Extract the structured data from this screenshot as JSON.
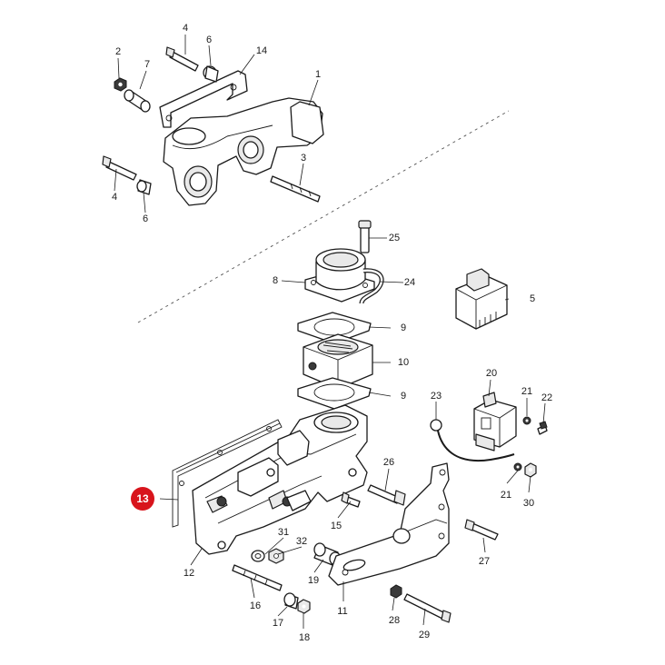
{
  "highlight_color": "#d8141c",
  "callouts": [
    {
      "id": "1",
      "highlighted": false
    },
    {
      "id": "2",
      "highlighted": false
    },
    {
      "id": "3",
      "highlighted": false
    },
    {
      "id": "4a",
      "label": "4",
      "highlighted": false
    },
    {
      "id": "4b",
      "label": "4",
      "highlighted": false
    },
    {
      "id": "5",
      "highlighted": false
    },
    {
      "id": "6a",
      "label": "6",
      "highlighted": false
    },
    {
      "id": "6b",
      "label": "6",
      "highlighted": false
    },
    {
      "id": "7",
      "highlighted": false
    },
    {
      "id": "8",
      "highlighted": false
    },
    {
      "id": "9a",
      "label": "9",
      "highlighted": false
    },
    {
      "id": "9b",
      "label": "9",
      "highlighted": false
    },
    {
      "id": "10",
      "highlighted": false
    },
    {
      "id": "11",
      "highlighted": false
    },
    {
      "id": "12",
      "highlighted": false
    },
    {
      "id": "13",
      "highlighted": true
    },
    {
      "id": "14",
      "highlighted": false
    },
    {
      "id": "15",
      "highlighted": false
    },
    {
      "id": "16",
      "highlighted": false
    },
    {
      "id": "17",
      "highlighted": false
    },
    {
      "id": "18",
      "highlighted": false
    },
    {
      "id": "19",
      "highlighted": false
    },
    {
      "id": "20",
      "highlighted": false
    },
    {
      "id": "21a",
      "label": "21",
      "highlighted": false
    },
    {
      "id": "21b",
      "label": "21",
      "highlighted": false
    },
    {
      "id": "22",
      "highlighted": false
    },
    {
      "id": "23",
      "highlighted": false
    },
    {
      "id": "24",
      "highlighted": false
    },
    {
      "id": "25",
      "highlighted": false
    },
    {
      "id": "26",
      "highlighted": false
    },
    {
      "id": "27",
      "highlighted": false
    },
    {
      "id": "28",
      "highlighted": false
    },
    {
      "id": "29",
      "highlighted": false
    },
    {
      "id": "30",
      "highlighted": false
    },
    {
      "id": "31",
      "highlighted": false
    },
    {
      "id": "32",
      "highlighted": false
    }
  ]
}
